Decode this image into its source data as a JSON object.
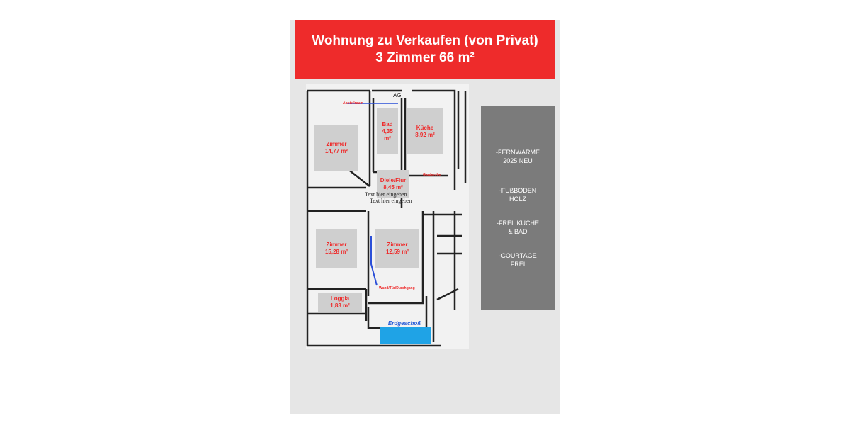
{
  "banner": {
    "line1": "Wohnung zu Verkaufen (von Privat)",
    "line2": "3 Zimmer 66 m²",
    "color": "#ee2b2b"
  },
  "plan": {
    "rooms": [
      {
        "name": "Zimmer",
        "area": "14,77 m²"
      },
      {
        "name": "Bad",
        "area": "4,35",
        "unit": "m²"
      },
      {
        "name": "Küche",
        "area": "8,92 m²"
      },
      {
        "name": "Diele/Flur",
        "area": "8,45 m²"
      },
      {
        "name": "Zimmer",
        "area": "15,28 m²"
      },
      {
        "name": "Zimmer",
        "area": "12,59 m²"
      },
      {
        "name": "Loggia",
        "area": "1,83 m²"
      }
    ],
    "labels": {
      "abstellraum": "Abstellraum",
      "ag": "AG",
      "garderobe": "Garderobe",
      "text1": "Text hier eingeben",
      "text2": "Text hier eingeben",
      "wand": "Wand/Tür/Durchgang",
      "erdgeschoss": "Erdgeschoß"
    }
  },
  "features": [
    "-FERNWÄRME",
    "2025 NEU",
    "-FUßBODEN",
    "HOLZ",
    "-FREI  KÜCHE",
    "& BAD",
    "-COURTAGE",
    "FREI"
  ]
}
